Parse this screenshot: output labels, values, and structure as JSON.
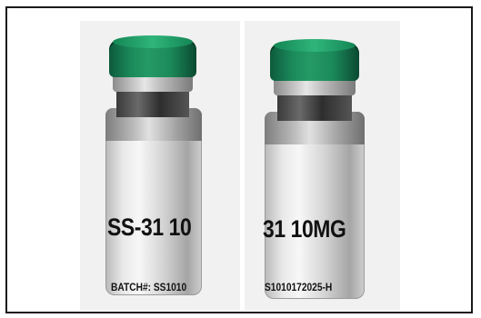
{
  "photos": [
    {
      "label_main": "SS-31 10",
      "label_batch": "BATCH#: SS1010"
    },
    {
      "label_main": "31 10MG",
      "label_batch": "S1010172025-H"
    }
  ],
  "colors": {
    "cap": "#1b8a5a",
    "crimp": "#bdbdbd",
    "label": "#e9e9e9",
    "text": "#111111"
  }
}
